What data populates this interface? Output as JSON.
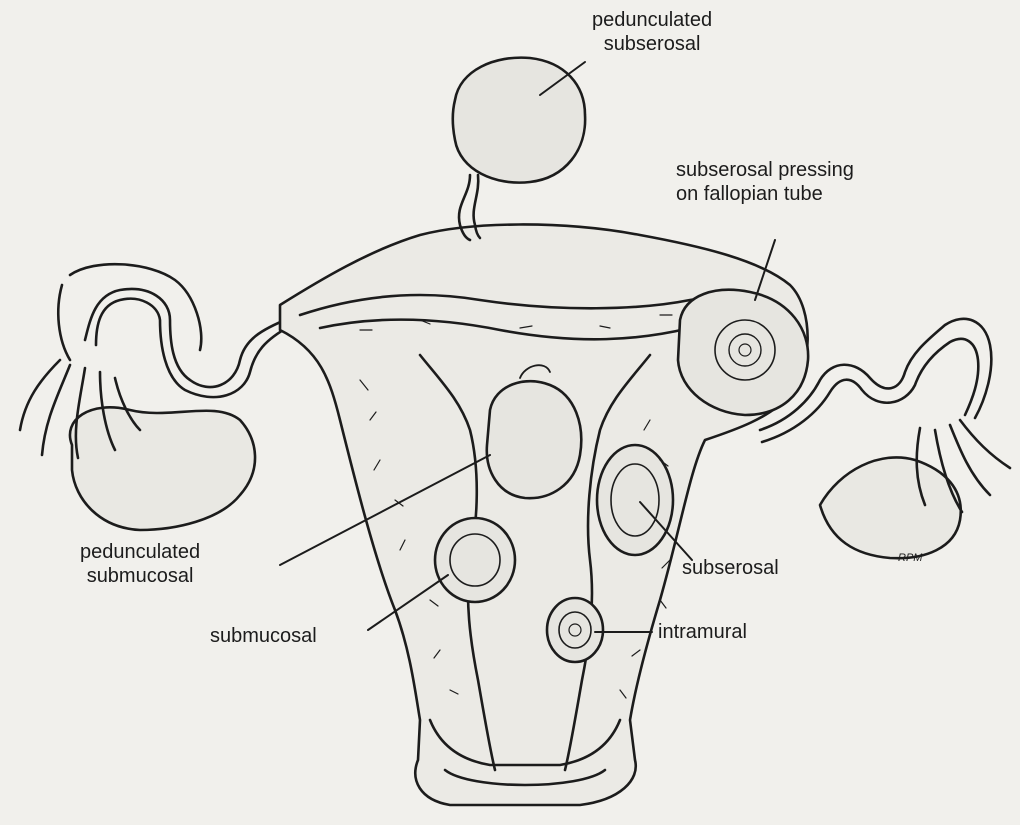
{
  "labels": {
    "pedunculated_subserosal": {
      "line1": "pedunculated",
      "line2": "subserosal"
    },
    "subserosal_pressing": {
      "line1": "subserosal pressing",
      "line2": "on fallopian tube"
    },
    "pedunculated_submucosal": {
      "line1": "pedunculated",
      "line2": "submucosal"
    },
    "subserosal": "subserosal",
    "submucosal": "submucosal",
    "intramural": "intramural"
  },
  "artist_signature": "RPM",
  "colors": {
    "ink": "#1c1c1c",
    "paper": "#f1f0ec",
    "fill": "#e9e8e3"
  }
}
